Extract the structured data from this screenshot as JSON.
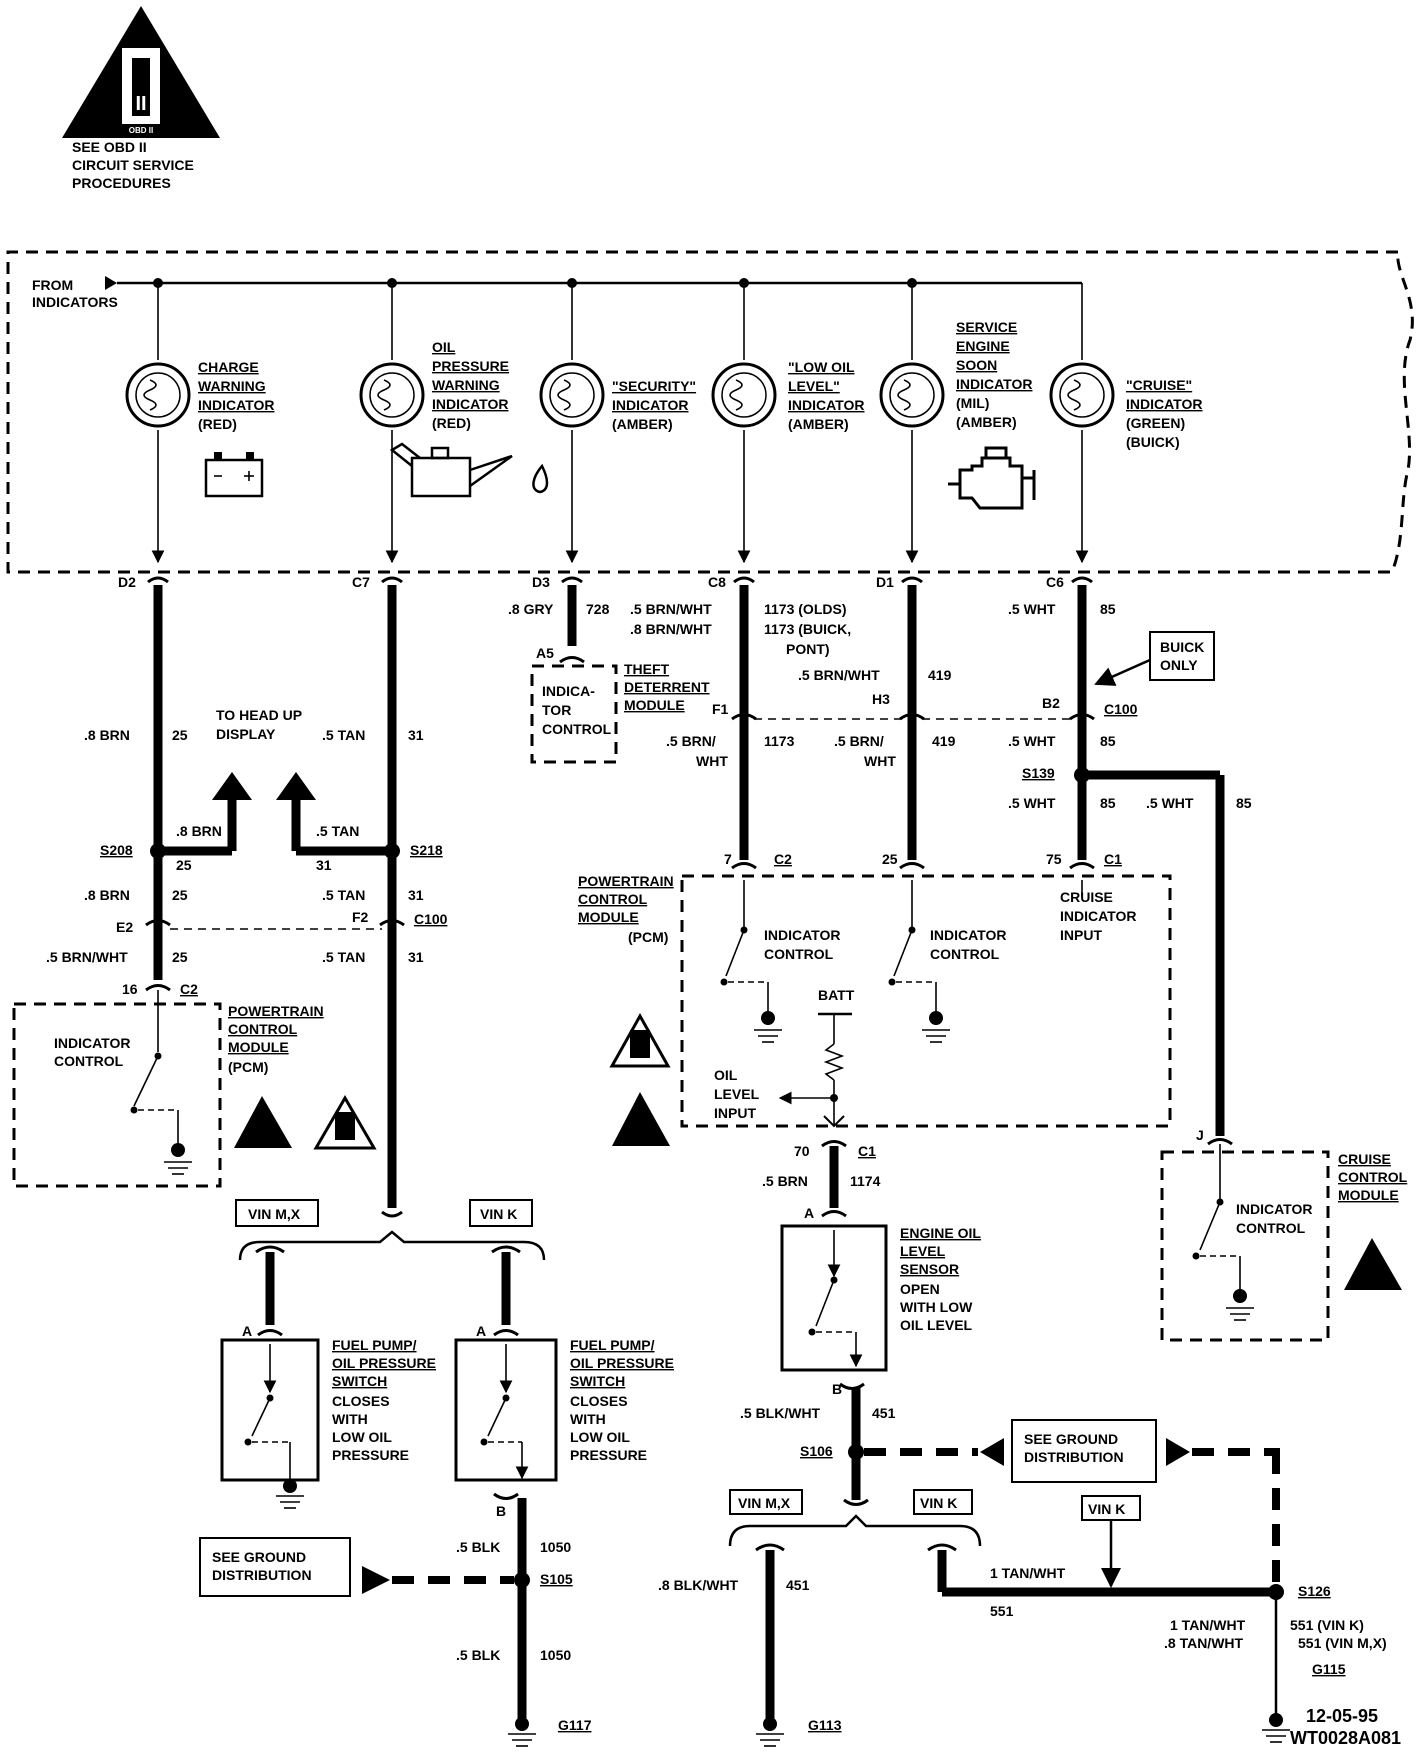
{
  "obd": {
    "badge": "II",
    "badge_sub": "OBD II",
    "note": [
      "SEE OBD II",
      "CIRCUIT SERVICE",
      "PROCEDURES"
    ]
  },
  "source": [
    "FROM",
    "INDICATORS"
  ],
  "indicators": [
    {
      "lines": [
        "CHARGE",
        "WARNING",
        "INDICATOR"
      ],
      "color": "(RED)",
      "pin": "D2",
      "icon": "battery-icon"
    },
    {
      "lines": [
        "OIL",
        "PRESSURE",
        "WARNING",
        "INDICATOR"
      ],
      "color": "(RED)",
      "pin": "C7",
      "icon": "oil-can-icon"
    },
    {
      "lines": [
        "\"SECURITY\"",
        "INDICATOR"
      ],
      "color": "(AMBER)",
      "pin": "D3"
    },
    {
      "lines": [
        "\"LOW OIL",
        "LEVEL\"",
        "INDICATOR"
      ],
      "color": "(AMBER)",
      "pin": "C8"
    },
    {
      "lines": [
        "SERVICE",
        "ENGINE",
        "SOON",
        "INDICATOR"
      ],
      "extra": "(MIL)",
      "color": "(AMBER)",
      "pin": "D1",
      "icon": "engine-icon"
    },
    {
      "lines": [
        "\"CRUISE\"",
        "INDICATOR"
      ],
      "color": "(GREEN)",
      "extra": "(BUICK)",
      "pin": "C6"
    }
  ],
  "wire_labels": {
    "d2_brn": ".8 BRN",
    "d2_circuit": "25",
    "head_up": [
      "TO HEAD UP",
      "DISPLAY"
    ],
    "c7_tan": ".5 TAN",
    "c7_circuit": "31",
    "s208": "S208",
    "s208_brn": ".8 BRN",
    "s208_25": "25",
    "s218": "S218",
    "s218_tan": ".5 TAN",
    "s218_31": "31",
    "below_s208_brn": ".8 BRN",
    "below_s208_25": "25",
    "below_s218_tan": ".5 TAN",
    "below_s218_31": "31",
    "e2": "E2",
    "f2": "F2",
    "c100": "C100",
    "e2_brnwht": ".5 BRN/WHT",
    "e2_25": "25",
    "f2_tan": ".5 TAN",
    "f2_31": "31",
    "pin16": "16",
    "c2": "C2",
    "d3_gry": ".8 GRY",
    "d3_728": "728",
    "a5": "A5",
    "c8_w1": ".5 BRN/WHT",
    "c8_w2": ".8 BRN/WHT",
    "c8_c1": "1173 (OLDS)",
    "c8_c2": "1173 (BUICK,",
    "c8_c3": "PONT)",
    "d1_brnwht": ".5 BRN/WHT",
    "d1_419": "419",
    "h3": "H3",
    "f1": "F1",
    "f1_brn": ".5 BRN/",
    "f1_wht": "WHT",
    "f1_1173": "1173",
    "h3_brn": ".5 BRN/",
    "h3_wht": "WHT",
    "h3_419": "419",
    "c6_wht": ".5 WHT",
    "c6_85": "85",
    "buick_only": [
      "BUICK",
      "ONLY"
    ],
    "b2": "B2",
    "c100_r": "C100",
    "b2_wht": ".5 WHT",
    "b2_85": "85",
    "s139": "S139",
    "s139_wht": ".5 WHT",
    "s139_85": "85",
    "s139_r_wht": ".5 WHT",
    "s139_r_85": "85",
    "pin7": "7",
    "c2_pcm": "C2",
    "pin25": "25",
    "pin75": "75",
    "c1_pcm": "C1",
    "pin70": "70",
    "c1_b": "C1",
    "brn_1174": ".5 BRN",
    "c1174": "1174",
    "pin_a_eol": "A",
    "pin_b_eol": "B",
    "blkwht_451": ".5 BLK/WHT",
    "c451": "451",
    "s106": "S106",
    "pin_j": "J",
    "vin_mx": "VIN M,X",
    "vin_k": "VIN K",
    "vin_mx_r": "VIN M,X",
    "vin_k_r": "VIN K",
    "vin_k_box": "VIN K",
    "pin_a1": "A",
    "pin_a2": "A",
    "pin_b2": "B",
    "blk_1050": ".5 BLK",
    "c1050": "1050",
    "s105": "S105",
    "blk_1050b": ".5 BLK",
    "c1050b": "1050",
    "g117": "G117",
    "blkwht_451b": ".8 BLK/WHT",
    "c451b": "451",
    "g113": "G113",
    "tanwht_1": "1 TAN/WHT",
    "c551": "551",
    "s126": "S126",
    "tanwht_a": "1 TAN/WHT",
    "c551a": "551 (VIN K)",
    "tanwht_b": ".8 TAN/WHT",
    "c551b": "551 (VIN M,X)",
    "g115": "G115"
  },
  "modules": {
    "theft": {
      "title": [
        "THEFT",
        "DETERRENT",
        "MODULE"
      ],
      "inner": [
        "INDICA-",
        "TOR",
        "CONTROL"
      ]
    },
    "pcm_left": {
      "title": [
        "POWERTRAIN",
        "CONTROL",
        "MODULE"
      ],
      "sub": "(PCM)",
      "inner": [
        "INDICATOR",
        "CONTROL"
      ]
    },
    "pcm_right": {
      "title": [
        "POWERTRAIN",
        "CONTROL",
        "MODULE"
      ],
      "sub": "(PCM)",
      "ind1": [
        "INDICATOR",
        "CONTROL"
      ],
      "ind2": [
        "INDICATOR",
        "CONTROL"
      ],
      "cruise": [
        "CRUISE",
        "INDICATOR",
        "INPUT"
      ],
      "batt": "BATT",
      "oil": [
        "OIL",
        "LEVEL",
        "INPUT"
      ]
    },
    "cruise": {
      "title": [
        "CRUISE",
        "CONTROL",
        "MODULE"
      ],
      "inner": [
        "INDICATOR",
        "CONTROL"
      ]
    },
    "eol": {
      "title": [
        "ENGINE OIL",
        "LEVEL",
        "SENSOR"
      ],
      "desc": [
        "OPEN",
        "WITH LOW",
        "OIL LEVEL"
      ]
    },
    "fp1": {
      "title": [
        "FUEL PUMP/",
        "OIL PRESSURE",
        "SWITCH"
      ],
      "desc": [
        "CLOSES",
        "WITH",
        "LOW OIL",
        "PRESSURE"
      ]
    },
    "fp2": {
      "title": [
        "FUEL PUMP/",
        "OIL PRESSURE",
        "SWITCH"
      ],
      "desc": [
        "CLOSES",
        "WITH",
        "LOW OIL",
        "PRESSURE"
      ]
    },
    "ground_left": [
      "SEE GROUND",
      "DISTRIBUTION"
    ],
    "ground_right": [
      "SEE GROUND",
      "DISTRIBUTION"
    ]
  },
  "footer": {
    "date": "12-05-95",
    "code": "WT0028A081"
  }
}
